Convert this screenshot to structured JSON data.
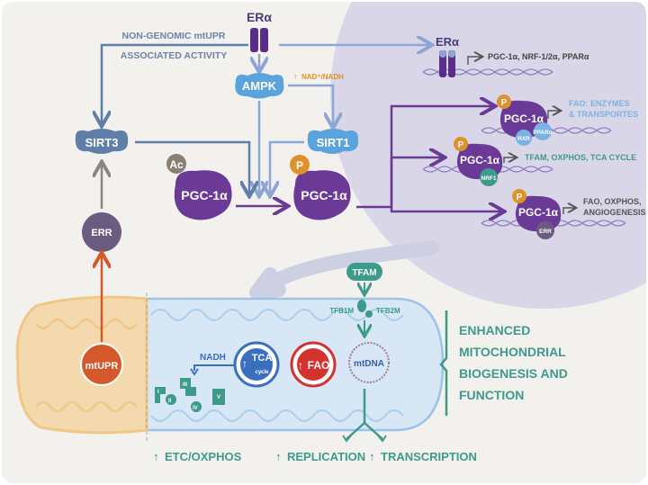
{
  "top": {
    "era_membrane": "ERα",
    "non_genomic_line1": "NON-GENOMIC mtUPR",
    "non_genomic_line2": "ASSOCIATED ACTIVITY",
    "ampk": "AMPK",
    "nad_ratio": "NAD⁺/NADH",
    "sirt1": "SIRT1",
    "sirt3": "SIRT3",
    "err": "ERR",
    "pgc_acetylated": {
      "mod": "Ac",
      "label": "PGC-1α"
    },
    "pgc_phosphorylated": {
      "mod": "P",
      "label": "PGC-1α"
    }
  },
  "nucleus": {
    "era_nuclear": "ERα",
    "era_targets": "PGC-1α, NRF-1/2α, PPARα",
    "complexes": [
      {
        "mod": "P",
        "label": "PGC-1α",
        "partners": [
          "RXR",
          "PPARα"
        ],
        "targets": [
          "FAO: ENZYMES",
          "& TRANSPORTES"
        ]
      },
      {
        "mod": "P",
        "label": "PGC-1α",
        "partners": [
          "NRF1"
        ],
        "targets": [
          "TFAM, OXPHOS, TCA CYCLE"
        ]
      },
      {
        "mod": "P",
        "label": "PGC-1α",
        "partners": [
          "ERR"
        ],
        "targets": [
          "FAO, OXPHOS,",
          "ANGIOGENESIS"
        ]
      }
    ]
  },
  "mitochondrion": {
    "mtupr": "mtUPR",
    "nadh": "NADH",
    "tca": {
      "main": "TCA",
      "sub": "cycle"
    },
    "fao": "FAO",
    "mtdna": "mtDNA",
    "tfam": "TFAM",
    "tfb1m": "TFB1M",
    "tfb2m": "TFB2M",
    "complexes": [
      "I",
      "II",
      "III",
      "IV",
      "V"
    ]
  },
  "outcome": [
    "ENHANCED",
    "MITOCHONDRIAL",
    "BIOGENESIS AND",
    "FUNCTION"
  ],
  "bottom_labels": {
    "etc": "ETC/OXPHOS",
    "replication": "REPLICATION",
    "transcription": "TRANSCRIPTION"
  },
  "colors": {
    "background": "#f3f1ee",
    "nucleus": "#d9d6e8",
    "purple": "#6a3a96",
    "steel_blue": "#5f7fa8",
    "light_blue": "#5aa3dc",
    "orange": "#e0922a",
    "red_orange": "#d4582a",
    "teal": "#3e9a8a",
    "tca_blue": "#3a6fc0",
    "fao_red": "#d3322f"
  }
}
